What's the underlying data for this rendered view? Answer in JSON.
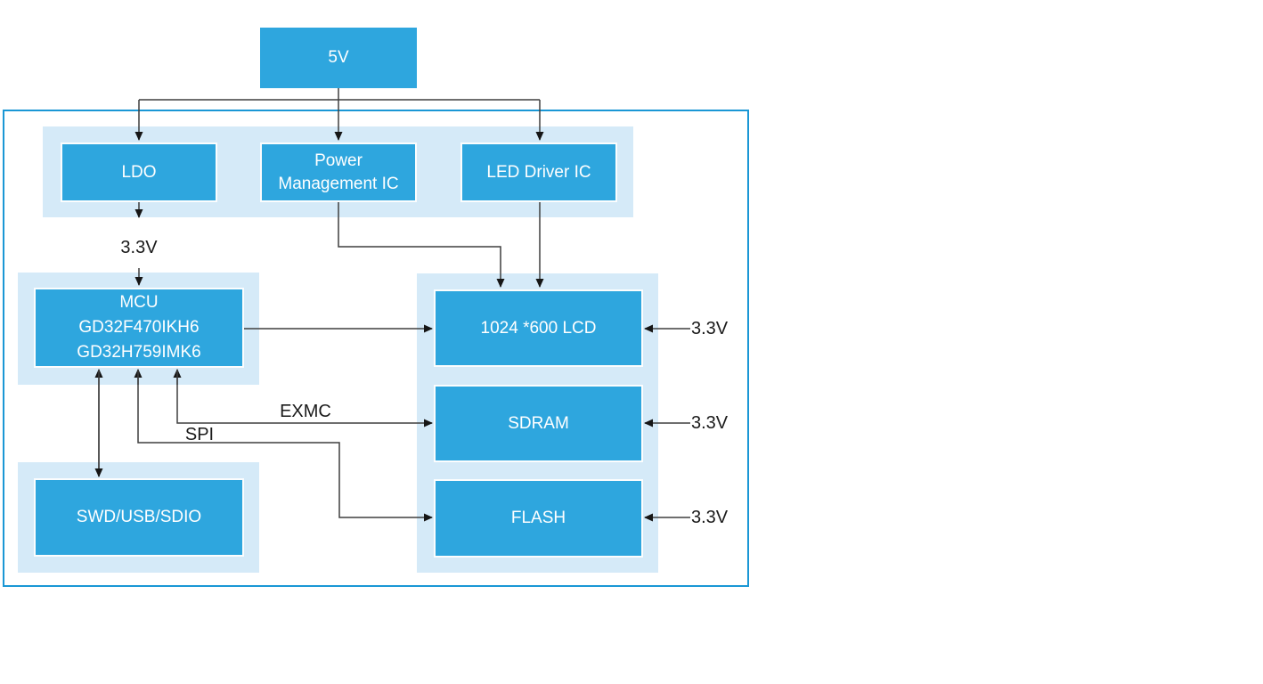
{
  "nodes": {
    "source_5v": "5V",
    "ldo": "LDO",
    "pmic": "Power Management IC",
    "led_driver": "LED Driver IC",
    "mcu_lines": [
      "MCU",
      "GD32F470IKH6",
      "GD32H759IMK6"
    ],
    "debug": "SWD/USB/SDIO",
    "lcd": "1024 *600 LCD",
    "sdram": "SDRAM",
    "flash": "FLASH"
  },
  "labels": {
    "ldo_out": "3.3V",
    "exmc": "EXMC",
    "spi": "SPI",
    "lcd_power": "3.3V",
    "sdram_power": "3.3V",
    "flash_power": "3.3V"
  },
  "colors": {
    "box_blue": "#2EA6DE",
    "band_blue": "#D5EAF8",
    "border_blue": "#1A97D5",
    "wire": "#3F3F3F",
    "arrow": "#161616",
    "box_text": "#FFFFFF",
    "label_text": "#1A1A1A"
  }
}
